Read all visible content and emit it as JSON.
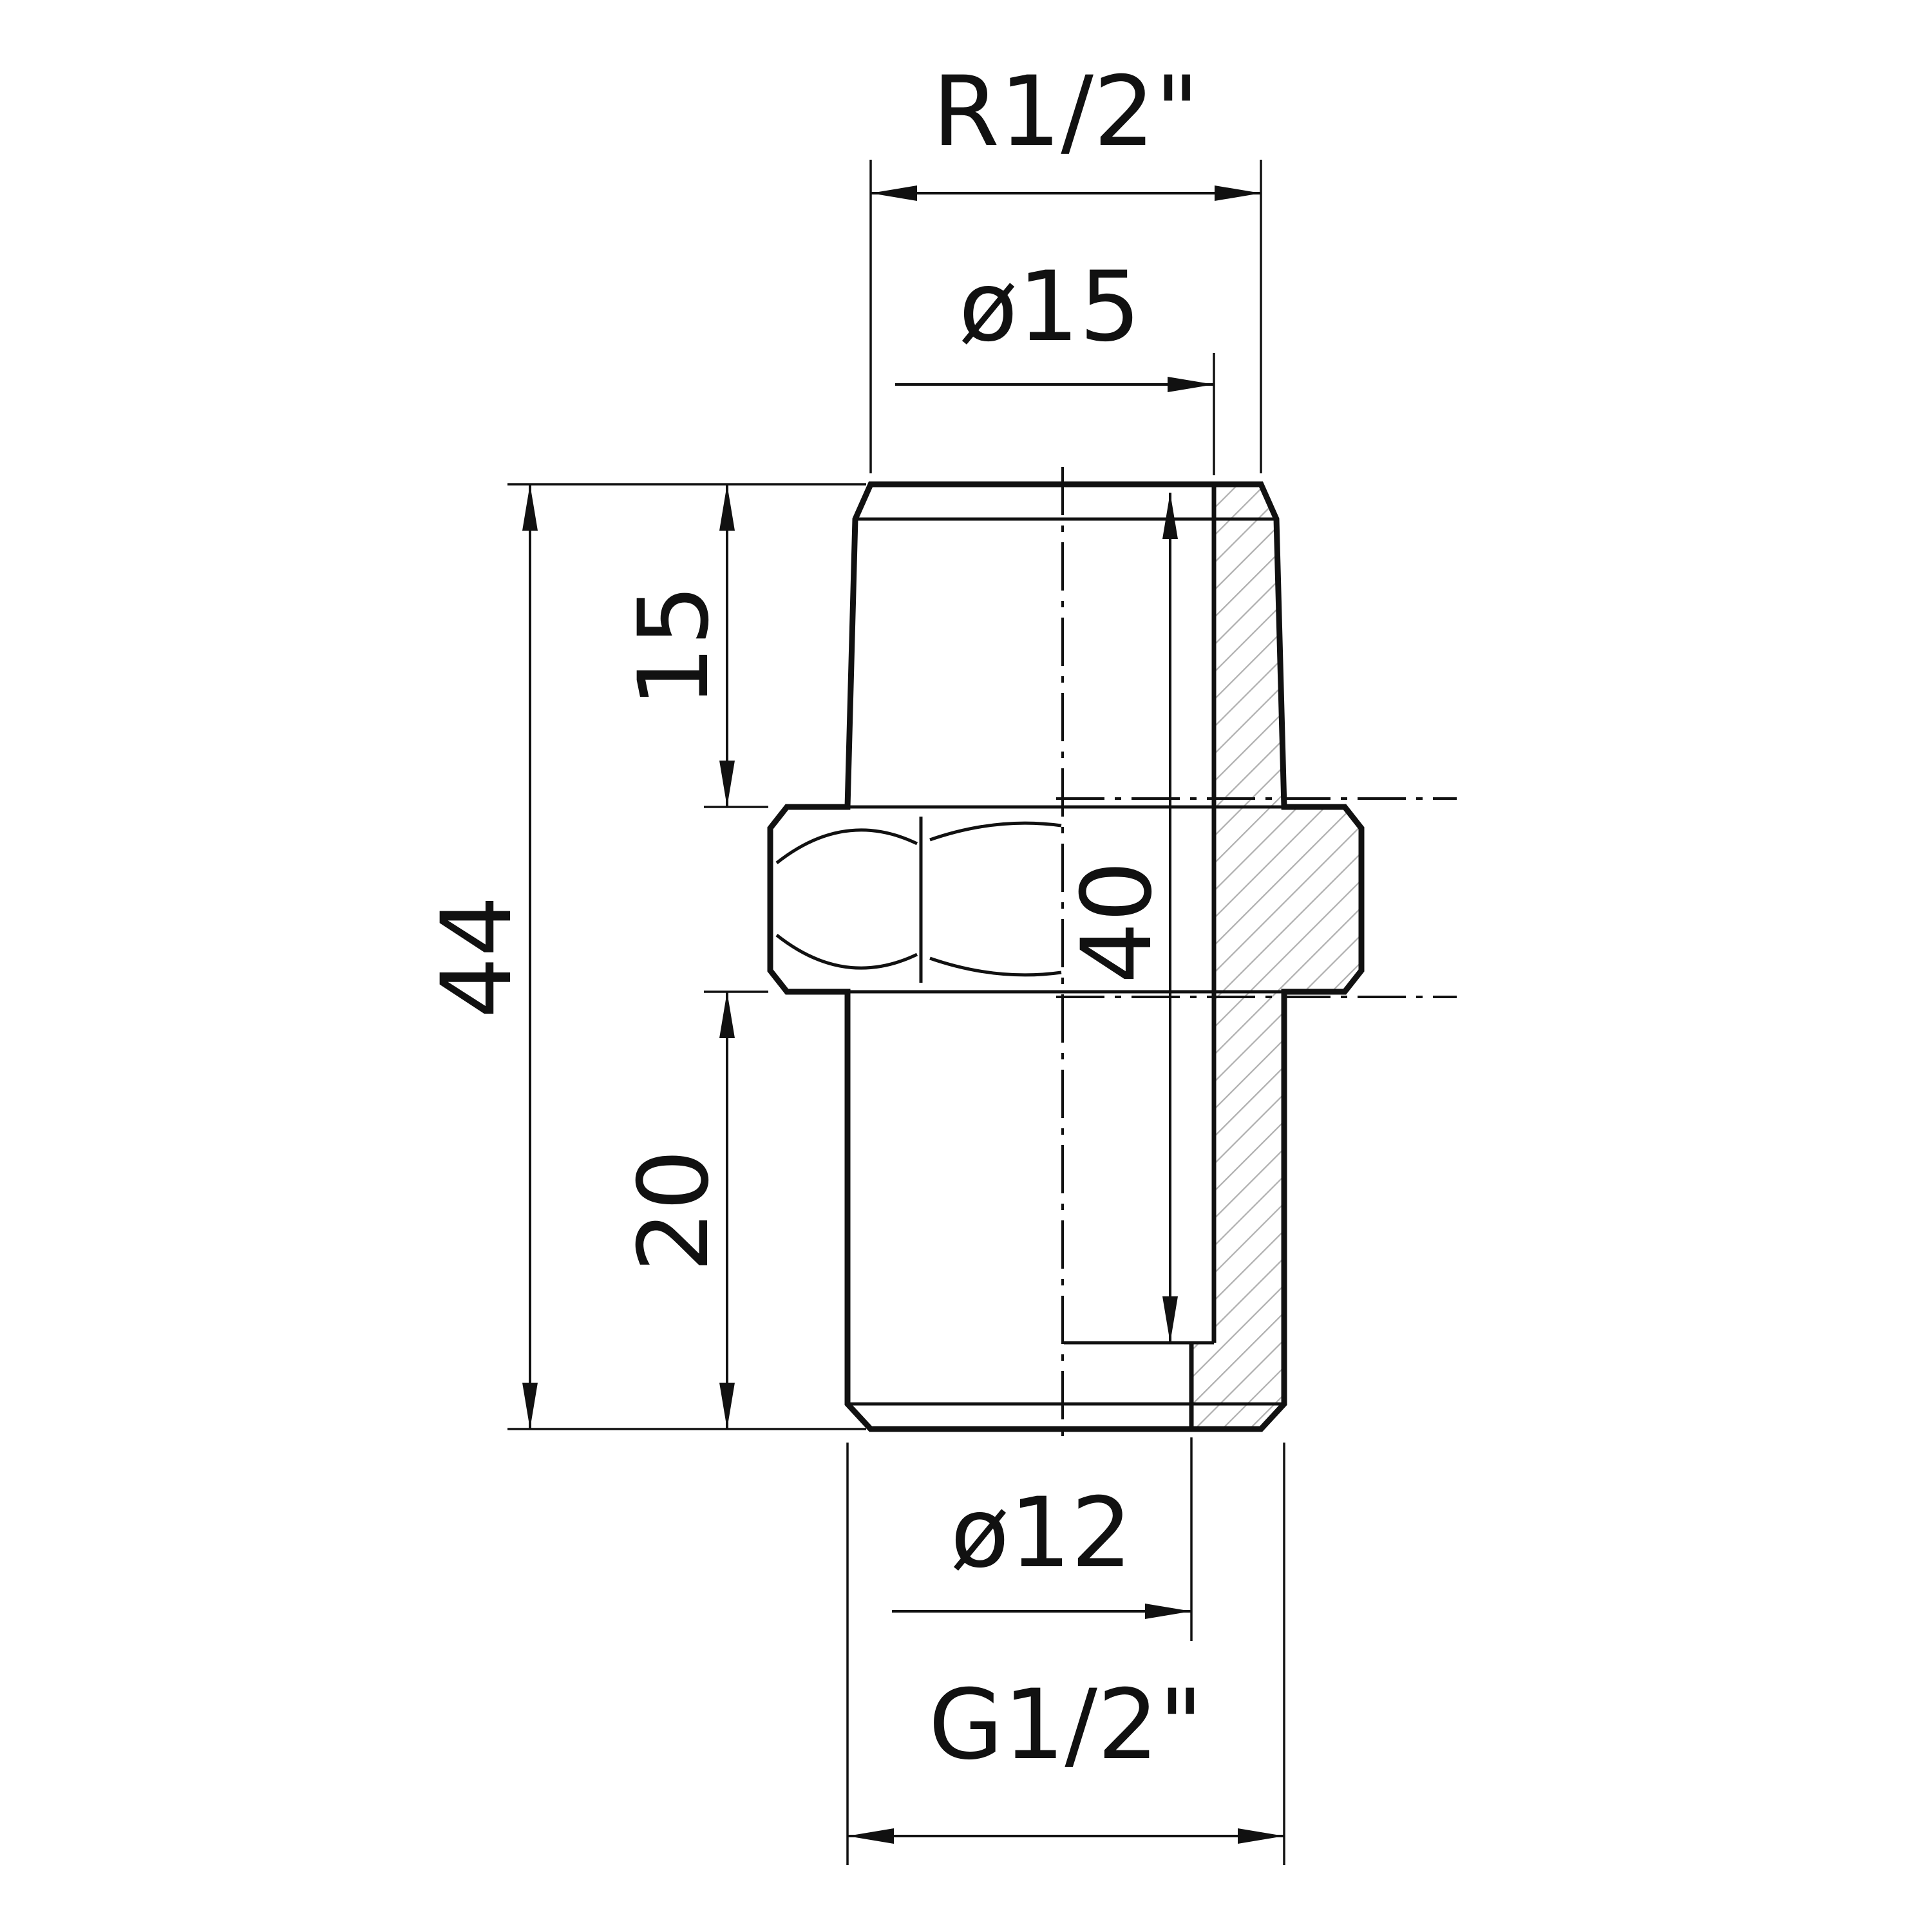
{
  "drawing": {
    "type": "technical-dimension-drawing",
    "view": "half-section of threaded pipe nipple",
    "background_color": "#ffffff",
    "line_color": "#111111",
    "hatch_color": "#b0b0b0",
    "labels": {
      "top_thread": "R1/2\"",
      "top_bore_diameter": "ø15",
      "upper_thread_length": "15",
      "overall_length": "44",
      "bore_depth": "40",
      "lower_thread_length": "20",
      "bottom_bore_diameter": "ø12",
      "bottom_thread": "G1/2\""
    }
  }
}
